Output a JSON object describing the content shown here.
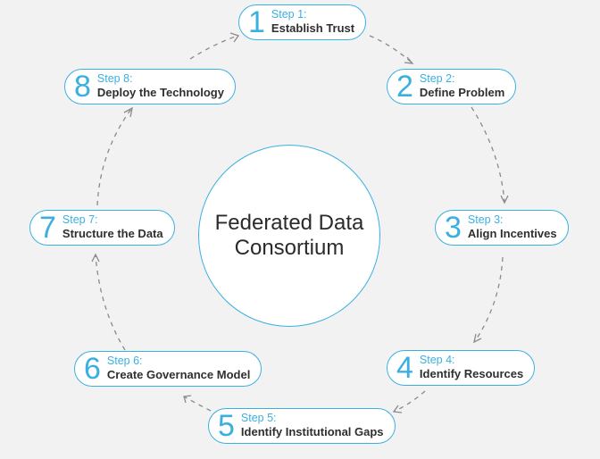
{
  "center": {
    "title_line1": "Federated Data",
    "title_line2": "Consortium"
  },
  "steps": [
    {
      "number": "1",
      "label": "Step 1:",
      "title": "Establish Trust"
    },
    {
      "number": "2",
      "label": "Step 2:",
      "title": "Define Problem"
    },
    {
      "number": "3",
      "label": "Step 3:",
      "title": "Align Incentives"
    },
    {
      "number": "4",
      "label": "Step 4:",
      "title": "Identify Resources"
    },
    {
      "number": "5",
      "label": "Step 5:",
      "title": "Identify Institutional Gaps"
    },
    {
      "number": "6",
      "label": "Step 6:",
      "title": "Create Governance Model"
    },
    {
      "number": "7",
      "label": "Step 7:",
      "title": "Structure the Data"
    },
    {
      "number": "8",
      "label": "Step 8:",
      "title": "Deploy the Technology"
    }
  ],
  "colors": {
    "accent": "#3bb0e0",
    "background": "#f2f2f2",
    "text": "#2f2f2f",
    "connector": "#8a8a8a"
  }
}
